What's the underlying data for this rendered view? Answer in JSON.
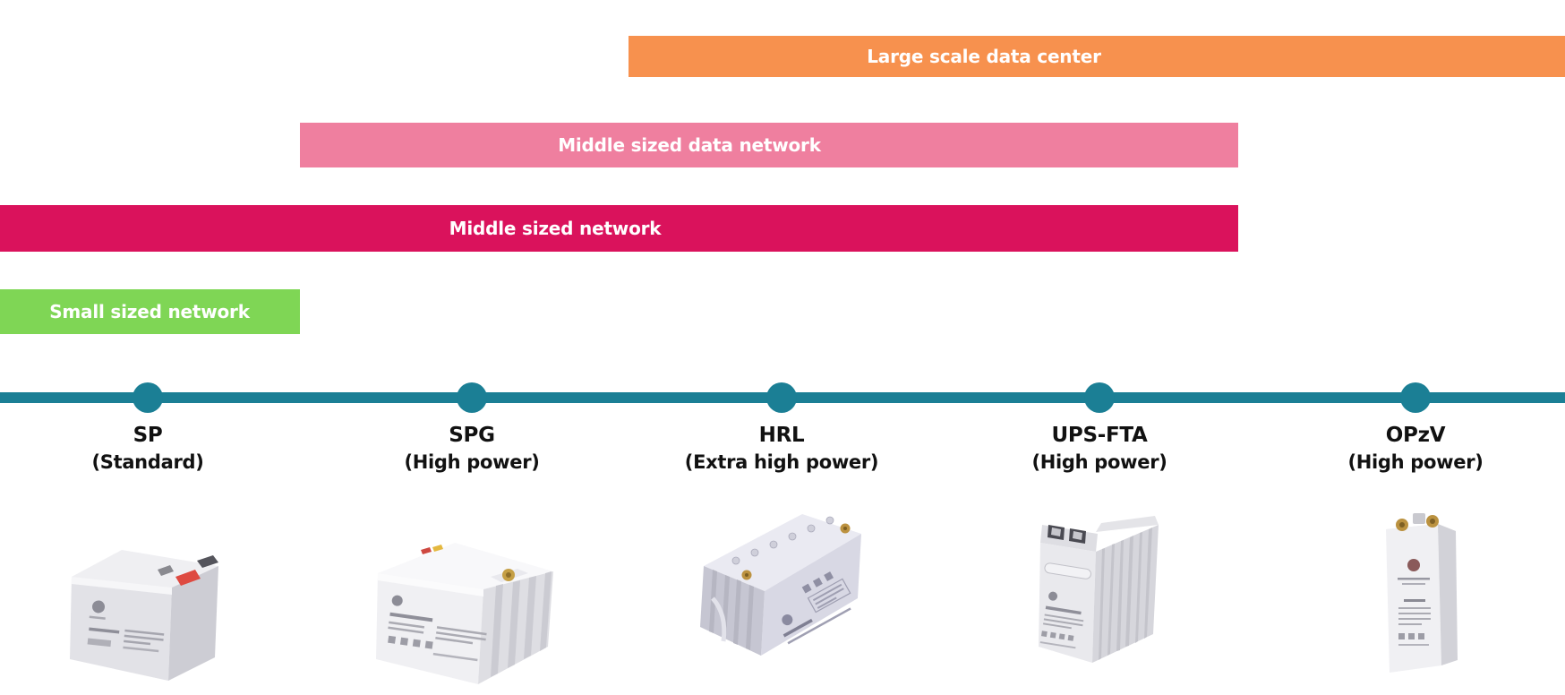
{
  "bars": [
    {
      "label": "Large scale data center",
      "color": "#F7914E"
    },
    {
      "label": "Middle sized data network",
      "color": "#EF7F9F"
    },
    {
      "label": "Middle sized network",
      "color": "#DA125C"
    },
    {
      "label": "Small sized network",
      "color": "#7FD655"
    }
  ],
  "timeline": {
    "color": "#1B7F95",
    "dot_count": 5
  },
  "products": [
    {
      "name": "SP",
      "type": "(Standard)",
      "image": "sp-battery"
    },
    {
      "name": "SPG",
      "type": "(High power)",
      "image": "spg-battery"
    },
    {
      "name": "HRL",
      "type": "(Extra high power)",
      "image": "hrl-battery"
    },
    {
      "name": "UPS-FTA",
      "type": "(High power)",
      "image": "ups-fta-battery"
    },
    {
      "name": "OPzV",
      "type": "(High power)",
      "image": "opzv-battery"
    }
  ],
  "styles": {
    "bar_text_color": "#FFFFFF",
    "product_text_color": "#111111",
    "background_color": "#FFFFFF"
  }
}
